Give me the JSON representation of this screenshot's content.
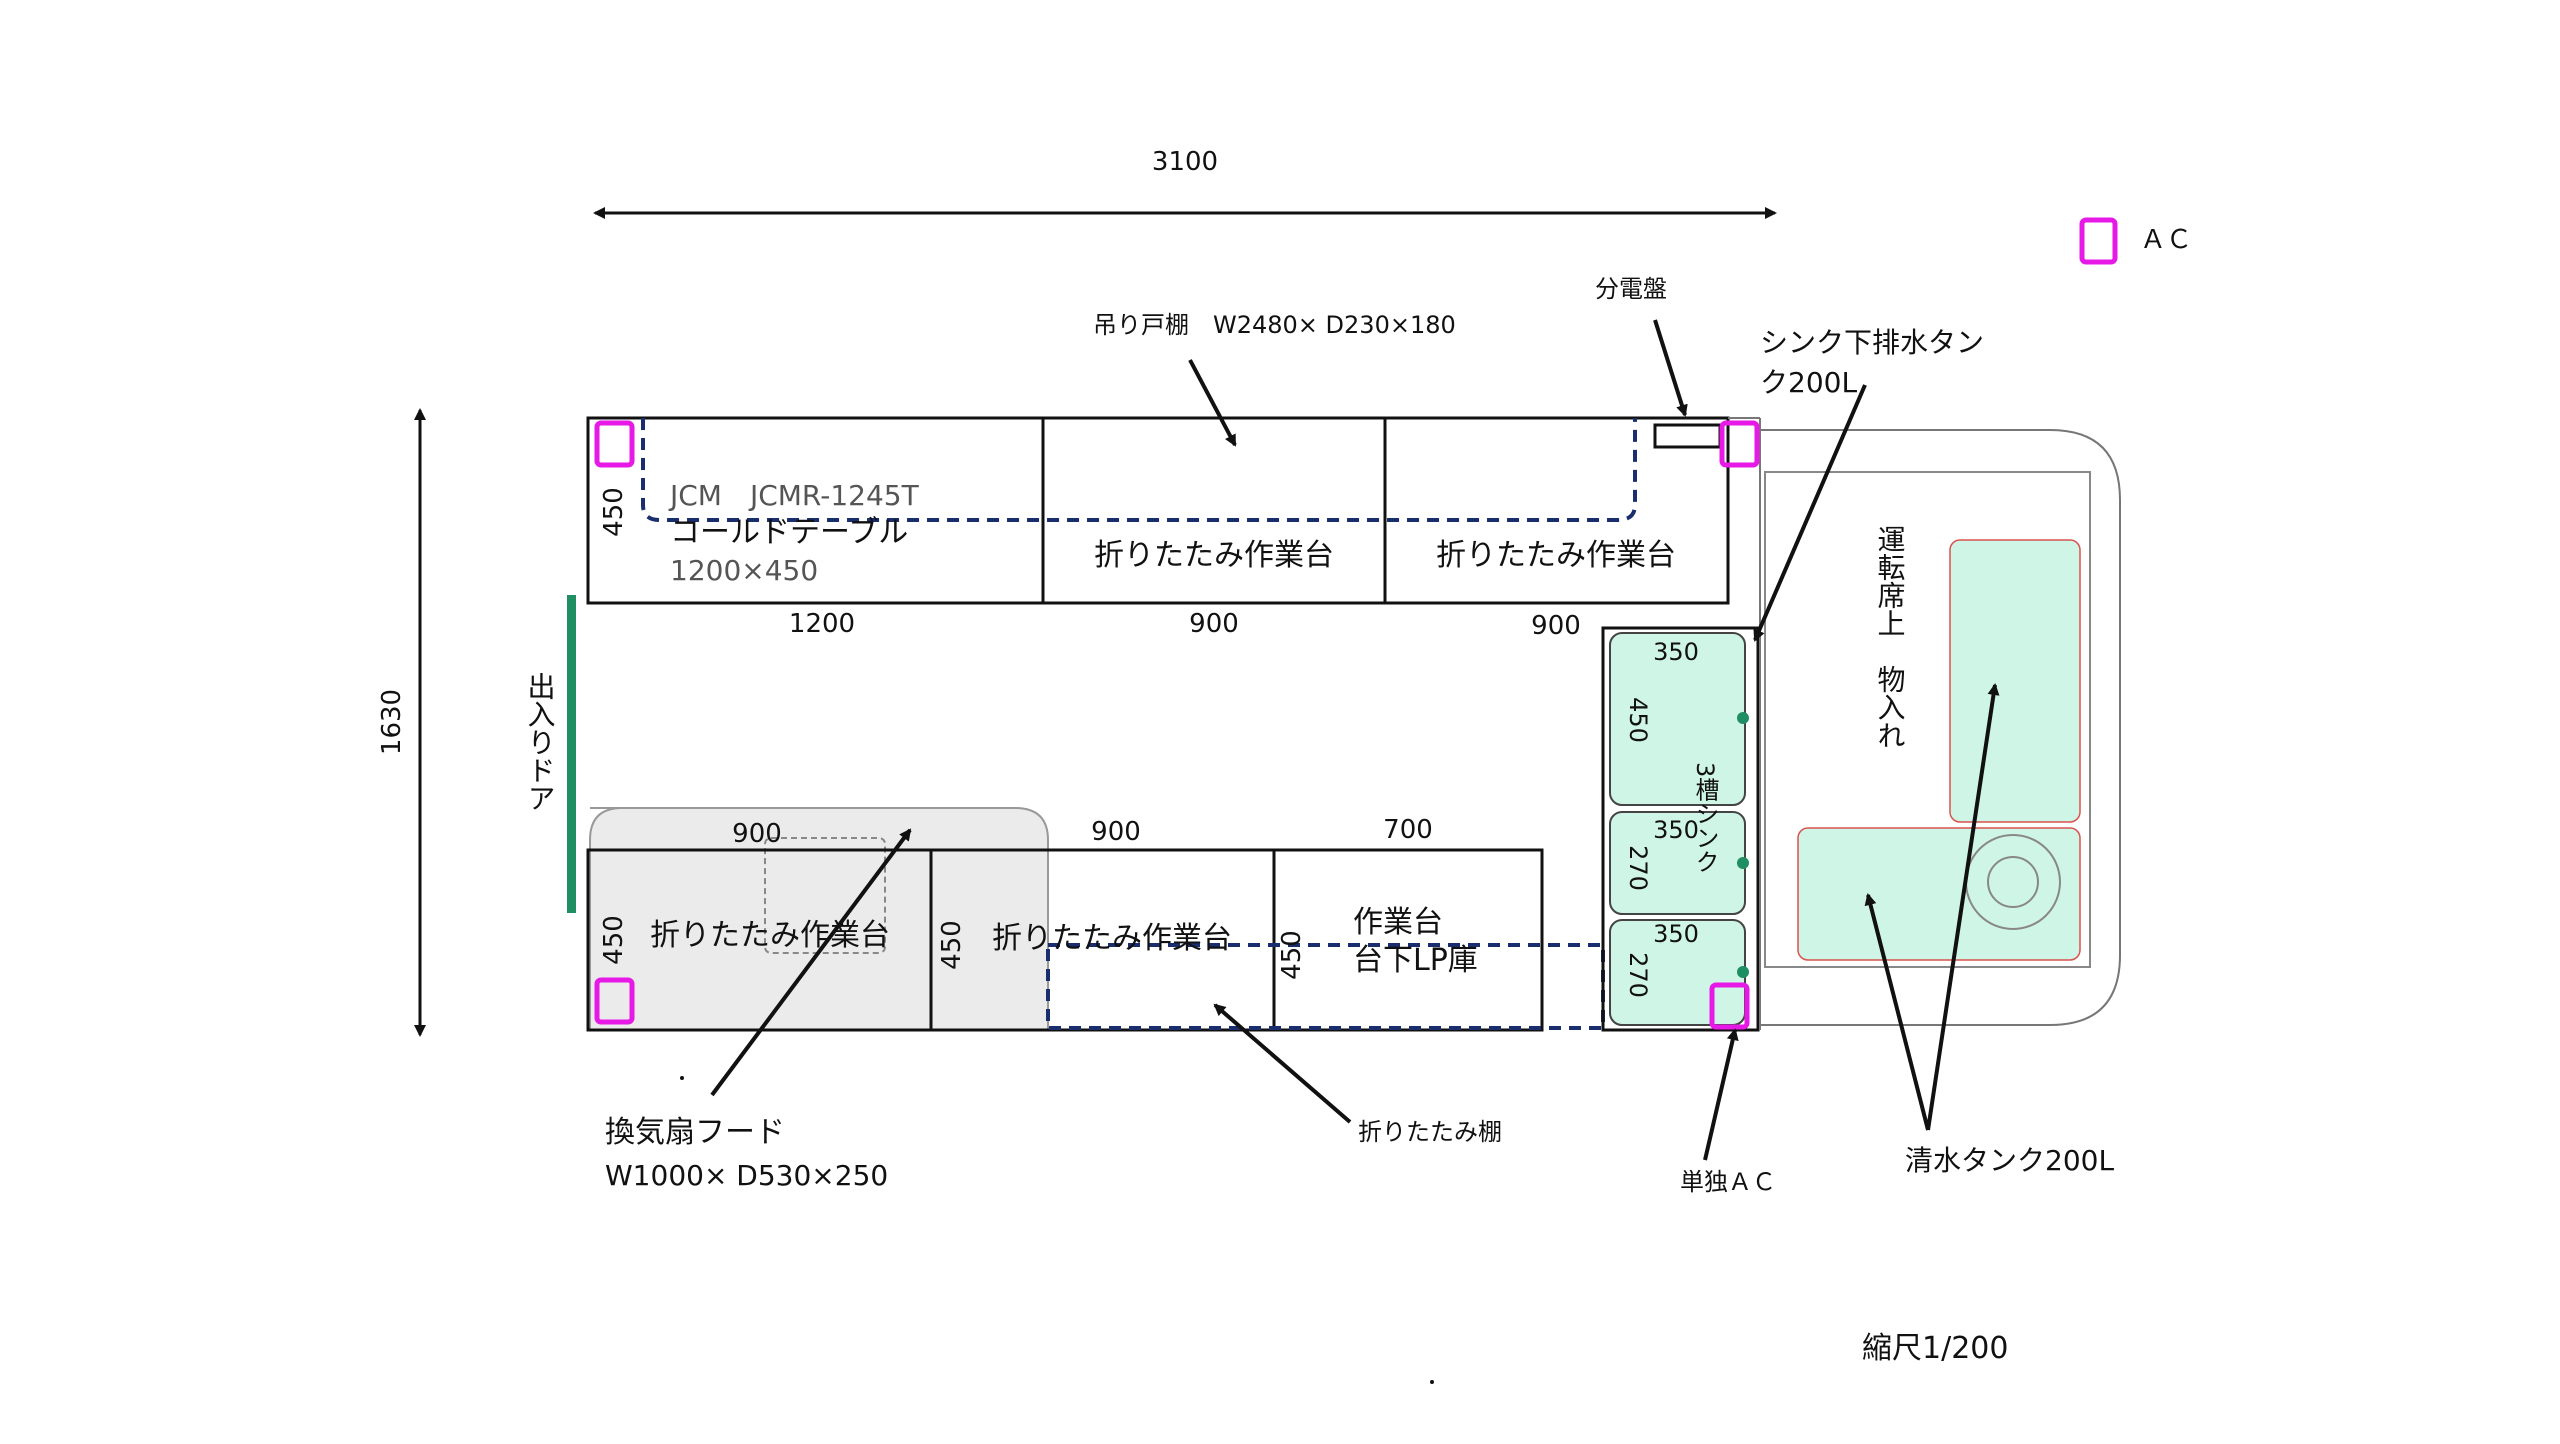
{
  "dimensions": {
    "total_width": "3100",
    "total_depth": "1630",
    "top_segments": [
      "1200",
      "900",
      "900"
    ],
    "bottom_segments": [
      "900",
      "900",
      "700"
    ],
    "depth_450": "450",
    "sink_widths": [
      "350",
      "350",
      "350"
    ],
    "sink_depths": [
      "450",
      "270",
      "270"
    ]
  },
  "legend": {
    "ac_label": "ＡＣ"
  },
  "fixtures": {
    "cold_table_model": "JCM　JCMR-1245T",
    "cold_table_name": "コールドテーブル",
    "cold_table_size": "1200×450",
    "folding_table": "折りたたみ作業台",
    "work_table_line1": "作業台",
    "work_table_line2": "台下LP庫",
    "sink_label": "3槽シンク",
    "door_label": "出入りドア",
    "storage_label": "運転席上　物入れ"
  },
  "callouts": {
    "hanging_shelf": "吊り戸棚　W2480× D230×180",
    "panel": "分電盤",
    "drain_tank_line1": "シンク下排水タン",
    "drain_tank_line2": "ク200L",
    "hood_line1": "換気扇フード",
    "hood_line2": "W1000× D530×250",
    "folding_shelf": "折りたたみ棚",
    "solo_ac": "単独ＡＣ",
    "water_tank": "清水タンク200L",
    "scale": "縮尺1/200"
  },
  "colors": {
    "ac_marker": "#e619e6",
    "sink_fill": "#cff5e6",
    "tank_fill": "#cff5e6",
    "dashed_line": "#1a2e6e",
    "door": "#1f8f63",
    "hood_fill": "#ebebeb"
  }
}
